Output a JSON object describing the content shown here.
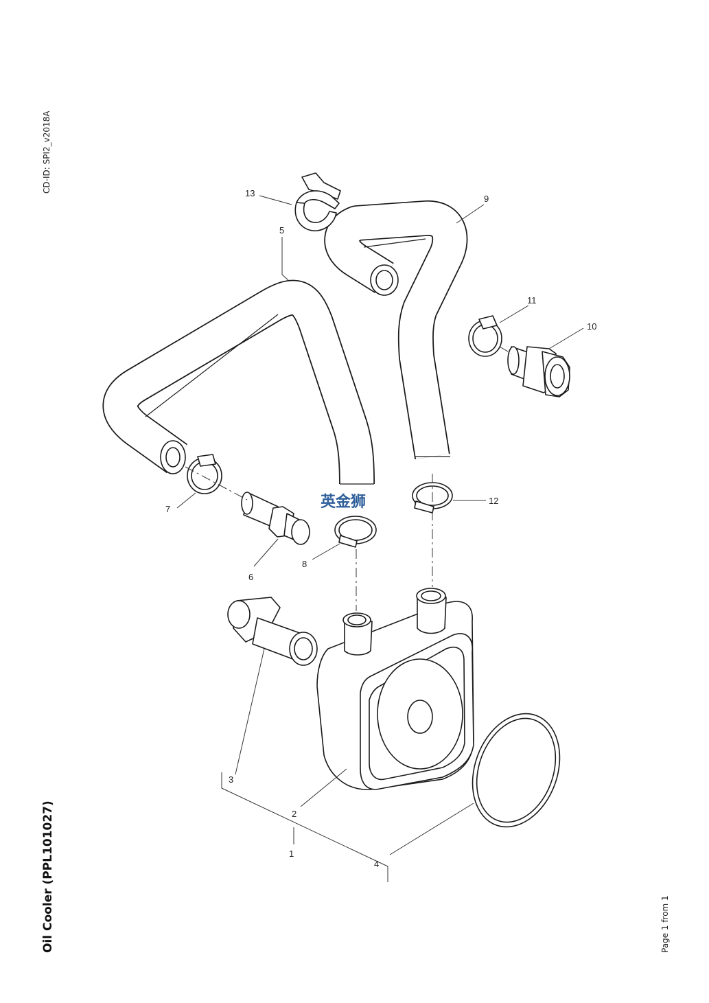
{
  "document": {
    "cd_id": "CD-ID: SPI2_v2018A",
    "title": "Oil Cooler (PPL101027)",
    "footer": "Page 1 from 1",
    "watermark": "英金狮"
  },
  "callouts": [
    {
      "id": "c1",
      "label": "1"
    },
    {
      "id": "c2",
      "label": "2"
    },
    {
      "id": "c3",
      "label": "3"
    },
    {
      "id": "c4",
      "label": "4"
    },
    {
      "id": "c5",
      "label": "5"
    },
    {
      "id": "c6",
      "label": "6"
    },
    {
      "id": "c7",
      "label": "7"
    },
    {
      "id": "c8",
      "label": "8"
    },
    {
      "id": "c9",
      "label": "9"
    },
    {
      "id": "c10",
      "label": "10"
    },
    {
      "id": "c11",
      "label": "11"
    },
    {
      "id": "c12",
      "label": "12"
    },
    {
      "id": "c13",
      "label": "13"
    }
  ]
}
